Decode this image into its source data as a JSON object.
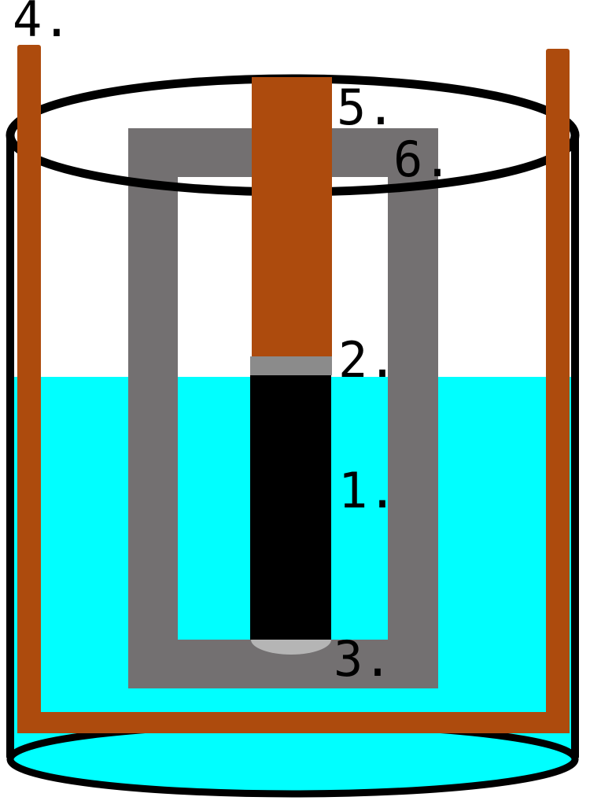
{
  "figure": {
    "labels": {
      "label_1": "1.",
      "label_2": "2.",
      "label_3": "3.",
      "label_4": "4.",
      "label_5": "5.",
      "label_6": "6."
    }
  },
  "colors": {
    "background": "#ffffff",
    "outline": "#000000",
    "liquid": "#00ffff",
    "copper": "#ad4b0d",
    "frame_gray": "#737071",
    "band_gray": "#8b8b8b",
    "tip_gray": "#b5b5b5",
    "rod_black": "#000000",
    "label_text": "#000000"
  }
}
